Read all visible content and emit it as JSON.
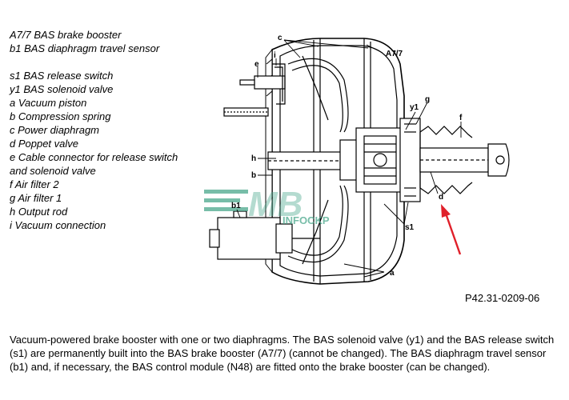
{
  "legend": {
    "group1": [
      "A7/7 BAS brake booster",
      "b1 BAS diaphragm travel sensor"
    ],
    "group2": [
      "s1 BAS release switch",
      "y1 BAS solenoid valve",
      "a Vacuum piston",
      "b Compression spring",
      "c Power diaphragm",
      "d Poppet valve",
      "e Cable connector for release switch and solenoid valve",
      "f Air filter 2",
      "g Air filter 1",
      "h Output rod",
      "i Vacuum connection"
    ]
  },
  "labels": {
    "c": "c",
    "A7_7": "A7/7",
    "e": "e",
    "i": "i",
    "y1": "y1",
    "g": "g",
    "f": "f",
    "h": "h",
    "b": "b",
    "b1": "b1",
    "d": "d",
    "s1": "s1",
    "a": "a"
  },
  "watermark": {
    "main": "MB",
    "sub": "INFOCKP"
  },
  "colors": {
    "arrow": "#e0202a",
    "watermark": "#4aa88c",
    "line": "#000000"
  },
  "reference_code": "P42.31-0209-06",
  "caption": "Vacuum-powered brake booster with one or two diaphragms. The BAS solenoid valve (y1) and the BAS release switch (s1) are permanently built into the BAS brake booster (A7/7) (cannot be changed). The BAS diaphragm travel sensor (b1) and, if necessary, the BAS control module (N48) are fitted onto the brake booster (can be changed)."
}
